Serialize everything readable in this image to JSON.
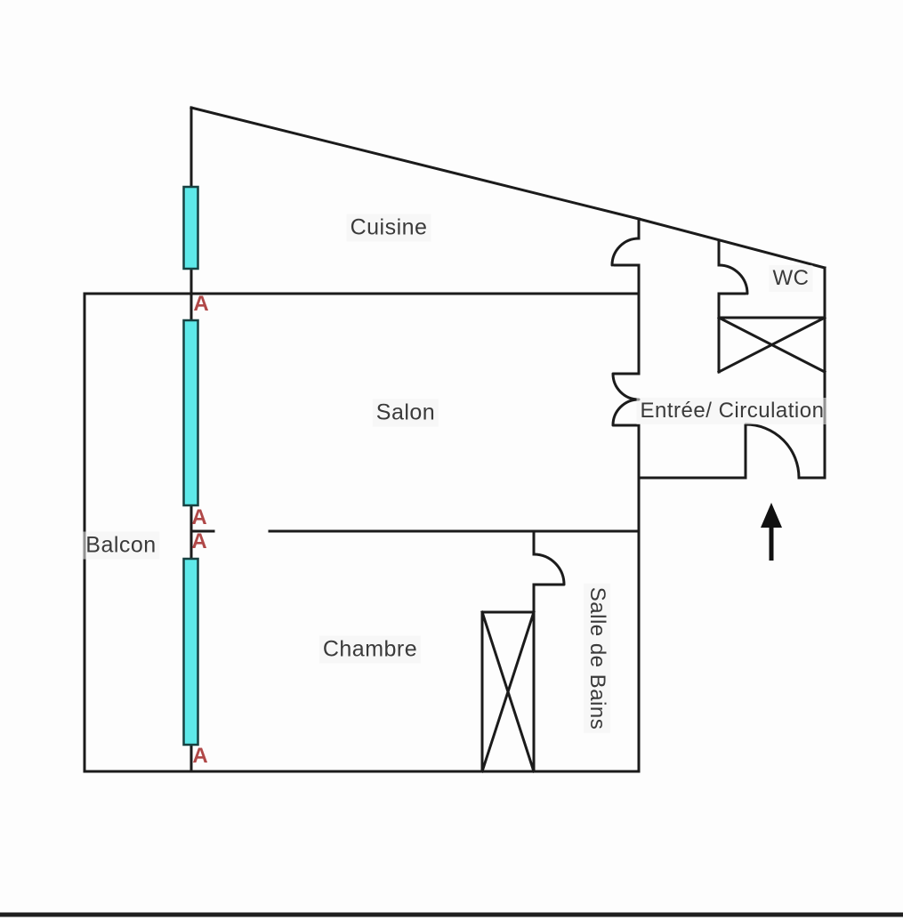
{
  "plan": {
    "rooms": [
      {
        "id": "cuisine",
        "label": "Cuisine"
      },
      {
        "id": "wc",
        "label": "WC"
      },
      {
        "id": "entree",
        "label": "Entrée/ Circulation"
      },
      {
        "id": "salon",
        "label": "Salon"
      },
      {
        "id": "balcon",
        "label": "Balcon"
      },
      {
        "id": "chambre",
        "label": "Chambre"
      },
      {
        "id": "salle_de_bains",
        "label": "Salle de Bains"
      }
    ],
    "section_markers": [
      "A",
      "A",
      "A",
      "A"
    ],
    "colors": {
      "wall": "#1b1b1b",
      "window_fill": "#5ee9e9",
      "window_border": "#174040",
      "marker_red": "#b04848",
      "label_text": "#3a3a3a",
      "background": "#fdfdfd"
    }
  }
}
